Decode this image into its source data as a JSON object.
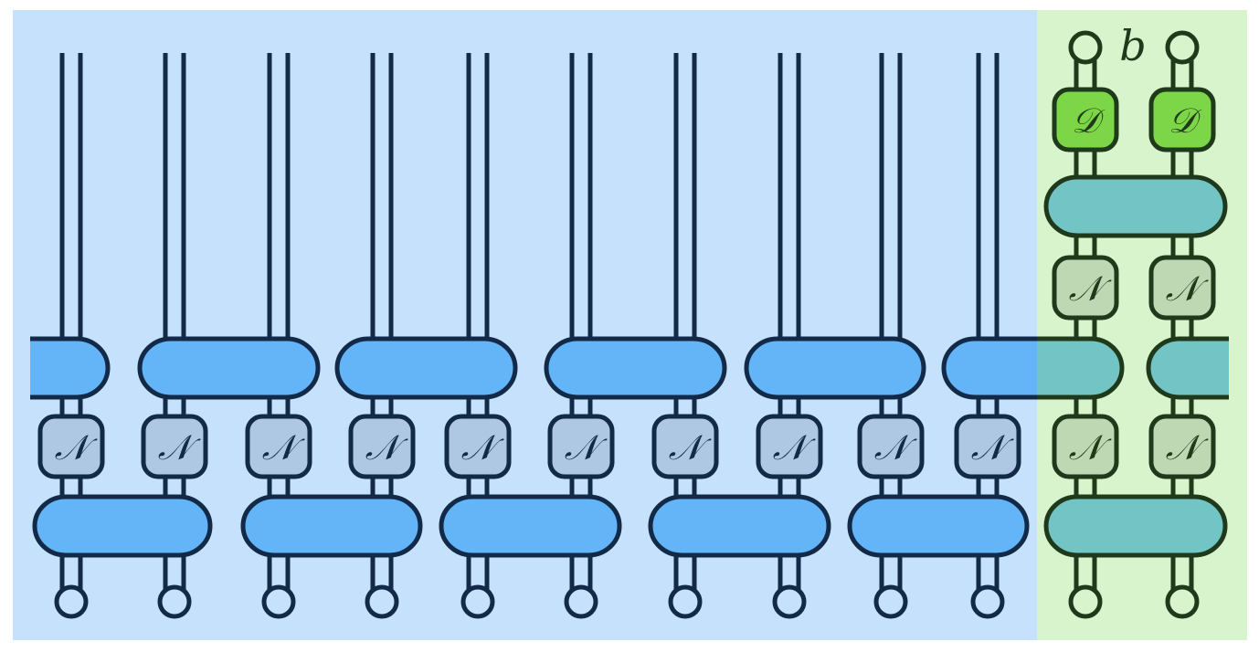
{
  "labels": {
    "noise": "𝒩",
    "decoder": "𝒟",
    "region": "b"
  },
  "structure": {
    "left_wire_count": 10,
    "right_wire_count": 2
  },
  "colors": {
    "left_background": "#c6e1fc",
    "right_background": "#d8f4cd",
    "blue_gate": "#64b4f8",
    "teal_gate": "#73c4c4",
    "noise_box_left": "#aec7e2",
    "noise_box_right": "#bed8b4",
    "decoder_box": "#7dd648",
    "stroke_dark_blue": "#122a47",
    "stroke_dark_green": "#1f3a1a"
  }
}
